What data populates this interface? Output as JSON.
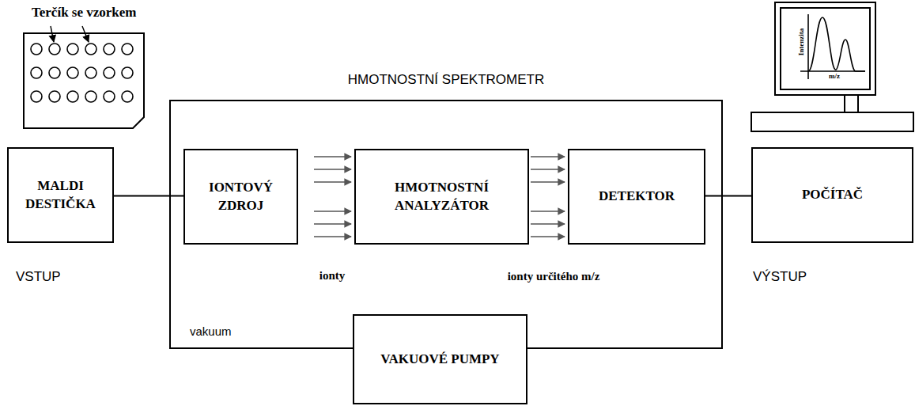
{
  "diagram": {
    "nodes": [
      {
        "text": [
          "MALDI DESTIČKA"
        ]
      },
      {
        "text": [
          "HMOTNOSTNÍ SPEKTROMETR"
        ]
      },
      {
        "text": [
          "IONTOVÝ ZDROJ"
        ],
        "in": 1
      },
      {
        "text": [
          "HMOTNOSTNÍ ANALYZÁTOR"
        ],
        "in": 1
      },
      {
        "text": [
          "DETEKTOR"
        ],
        "in": 1
      },
      {
        "text": [
          "VAKUOVÉ PUMPY"
        ]
      },
      {
        "text": [
          "POČÍTAČ"
        ]
      }
    ],
    "edges": [
      {
        "from": 0,
        "to": 2,
        "arrow": "none"
      },
      {
        "from": 2,
        "to": 3,
        "arrow": "to"
      },
      {
        "from": 3,
        "to": 4,
        "arrow": "to"
      },
      {
        "from": 4,
        "to": 6,
        "arrow": "none"
      }
    ],
    "labels": [
      "Terčík se vzorkem",
      "VSTUP",
      "ionty",
      "ionty určitého m/z",
      "VÝSTUP",
      "vakuum",
      "Intenzita",
      "m/z"
    ]
  }
}
